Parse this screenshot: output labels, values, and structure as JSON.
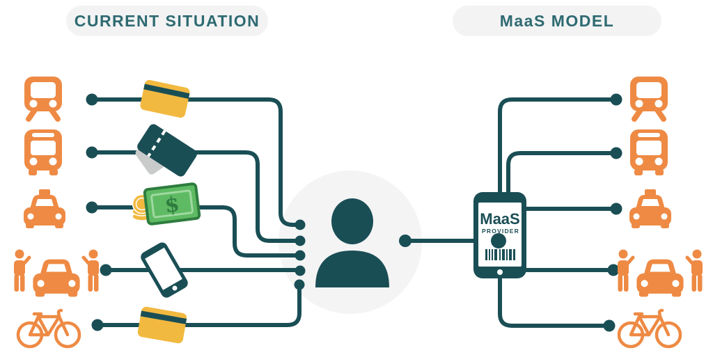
{
  "titles": {
    "left": "CURRENT SITUATION",
    "right": "MaaS MODEL"
  },
  "phone": {
    "brand": "MaaS",
    "subtitle": "PROVIDER"
  },
  "payment_icons": {
    "cash_symbol": "$"
  },
  "transport_modes": [
    "train",
    "bus",
    "taxi",
    "ride-sharing",
    "bicycle"
  ],
  "payment_methods": [
    "credit-card",
    "tickets",
    "cash",
    "smartphone",
    "credit-card"
  ],
  "colors": {
    "teal": "#1A4E55",
    "title_teal": "#2E6A71",
    "orange": "#EE8A44",
    "yellow": "#F2B940",
    "cash_green": "#5FBB63",
    "pill_background": "#F3F3F4",
    "person_background": "#F4F4F5"
  }
}
